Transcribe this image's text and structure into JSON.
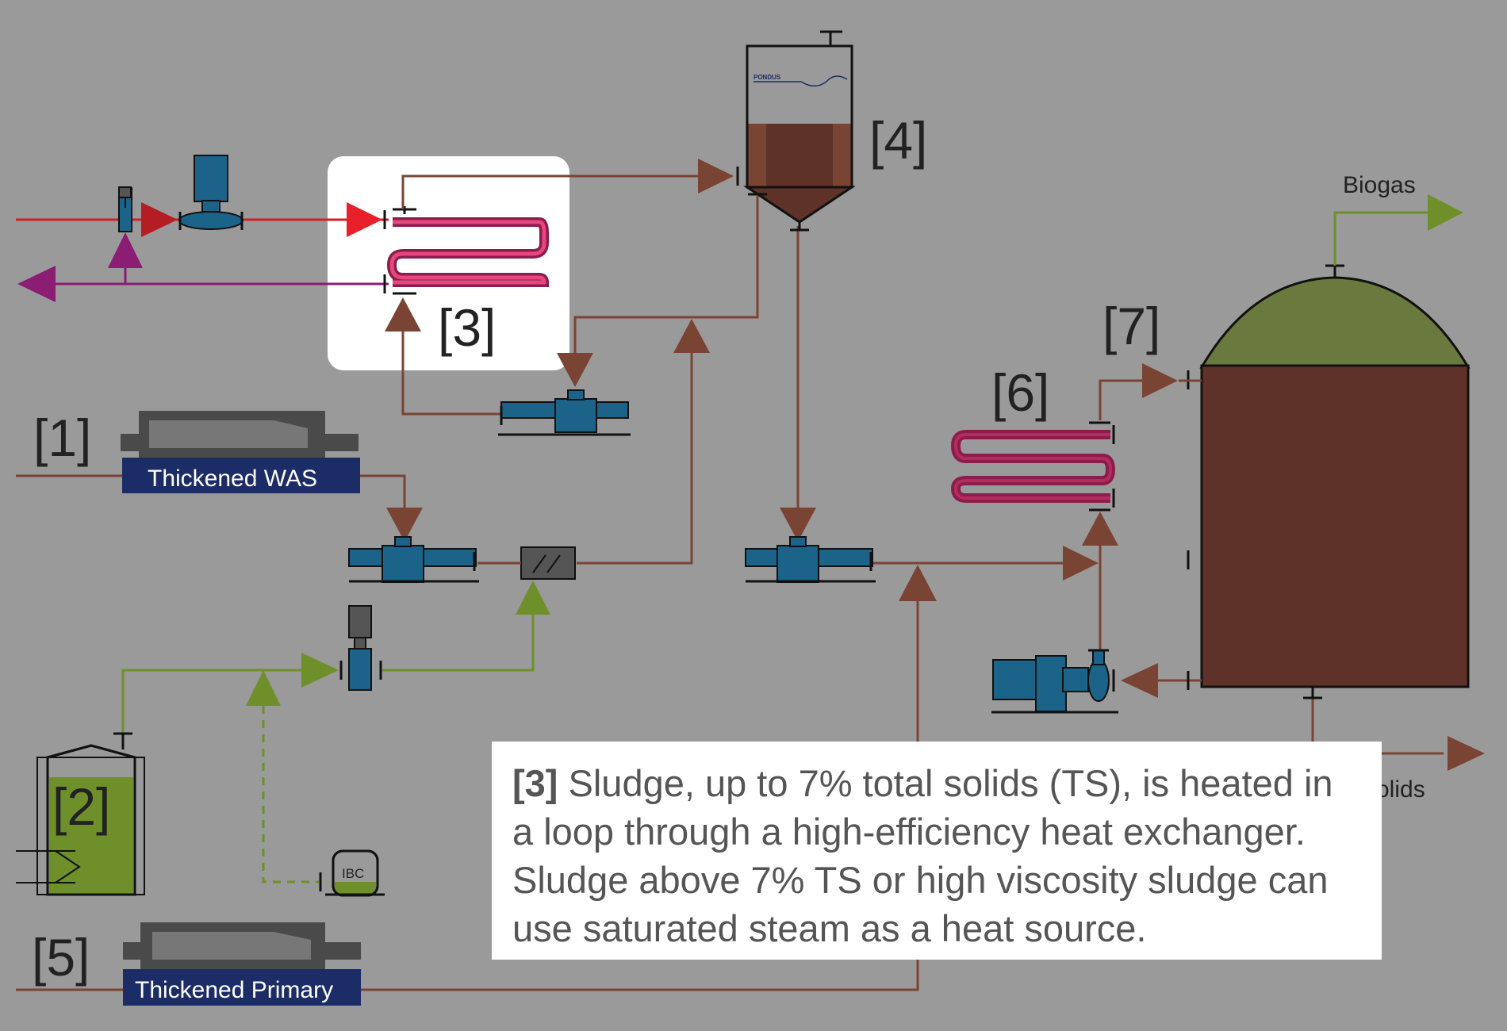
{
  "labels": {
    "step1": "[1]",
    "step2": "[2]",
    "step3": "[3]",
    "step4": "[4]",
    "step5": "[5]",
    "step6": "[6]",
    "step7": "[7]",
    "thickened_was": "Thickened WAS",
    "thickened_primary": "Thickened Primary",
    "biogas": "Biogas",
    "solids_partial": "olids",
    "ibc": "IBC",
    "tank_logo": "PONDUS"
  },
  "info": {
    "tag": "[3]",
    "text": " Sludge, up to 7% total solids (TS), is heated in a loop through a high-efficiency heat exchanger. Sludge above 7% TS or high viscosity sludge can use saturated steam as a heat source."
  },
  "colors": {
    "background": "#9a9a9a",
    "sludge_line": "#7a4434",
    "sludge_fill": "#5e3228",
    "hot_water_line": "#d22027",
    "return_line": "#8b1d72",
    "polymer_line": "#6f8f2a",
    "biogas_fill": "#6a7a3e",
    "equipment_blue": "#1b6389",
    "label_blue": "#1c2c66",
    "highlight_box": "#ffffff"
  }
}
